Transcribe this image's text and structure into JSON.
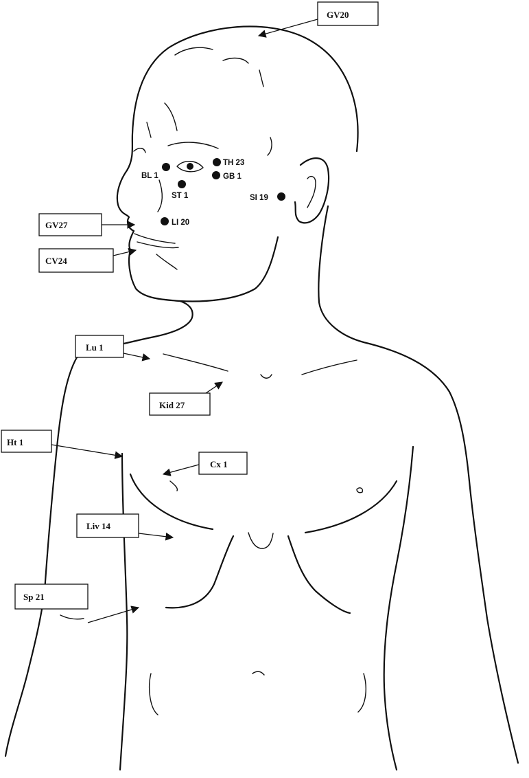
{
  "boxed_labels": {
    "gv20": "GV20",
    "gv27": "GV27",
    "cv24": "CV24",
    "lu1": "Lu 1",
    "kid27": "Kid 27",
    "ht1": "Ht 1",
    "cx1": "Cx 1",
    "liv14": "Liv 14",
    "sp21": "Sp 21"
  },
  "point_labels": {
    "th23": "TH 23",
    "bl1": "BL 1",
    "gb1": "GB 1",
    "st1": "ST 1",
    "si19": "SI 19",
    "li20": "LI 20"
  }
}
